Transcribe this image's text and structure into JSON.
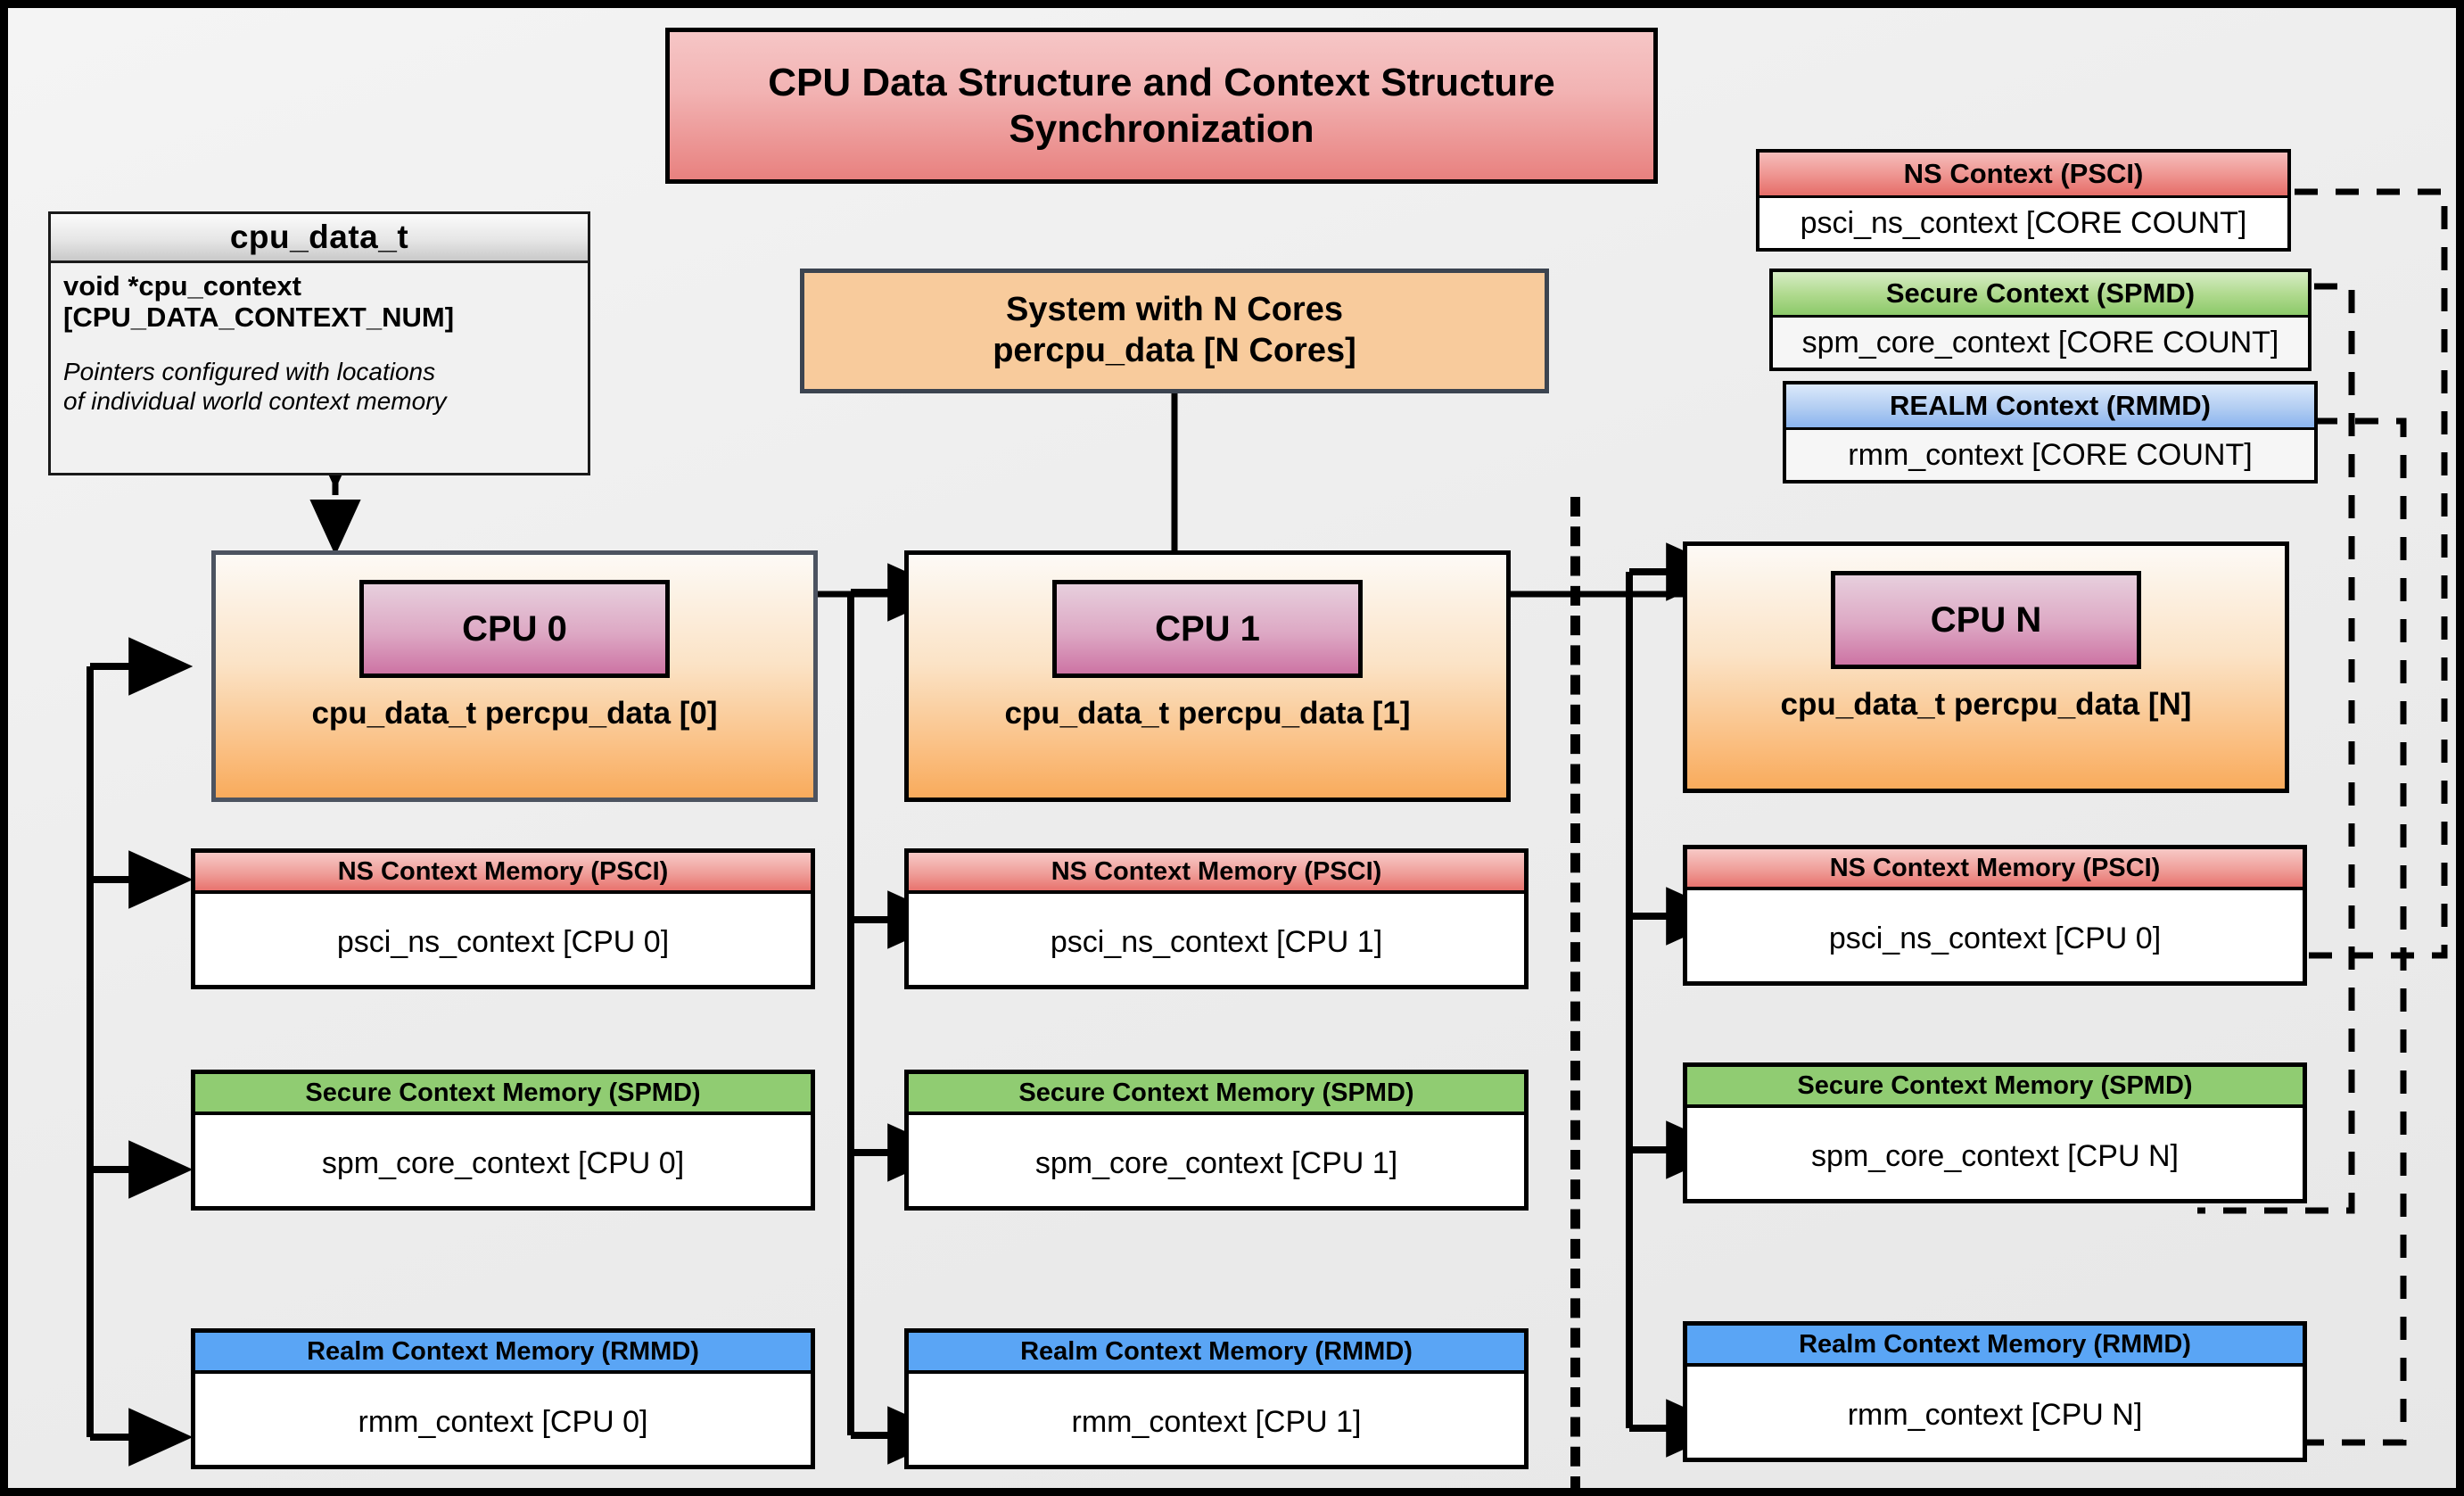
{
  "title": "CPU Data Structure and Context Structure Synchronization",
  "struct": {
    "name": "cpu_data_t",
    "field_line1": "void  *cpu_context",
    "field_line2": "[CPU_DATA_CONTEXT_NUM]",
    "note_line1": "Pointers configured with locations",
    "note_line2": "of individual world context memory"
  },
  "system": {
    "line1": "System with N Cores",
    "line2": "percpu_data [N Cores]"
  },
  "legend": [
    {
      "header": "NS Context  (PSCI)",
      "value": "psci_ns_context [CORE COUNT]",
      "accent": "#e8736e"
    },
    {
      "header": "Secure Context (SPMD)",
      "value": "spm_core_context [CORE COUNT]",
      "accent": "#8cc96a"
    },
    {
      "header": "REALM Context (RMMD)",
      "value": "rmm_context [CORE COUNT]",
      "accent": "#8ab4ee"
    }
  ],
  "columns": [
    {
      "chip": "CPU 0",
      "percpu": "cpu_data_t percpu_data [0]",
      "contexts": [
        {
          "header": "NS Context Memory (PSCI)",
          "value": "psci_ns_context [CPU 0]"
        },
        {
          "header": "Secure Context Memory (SPMD)",
          "value": "spm_core_context [CPU 0]"
        },
        {
          "header": "Realm Context Memory (RMMD)",
          "value": "rmm_context [CPU 0]"
        }
      ]
    },
    {
      "chip": "CPU 1",
      "percpu": "cpu_data_t percpu_data [1]",
      "contexts": [
        {
          "header": "NS Context Memory (PSCI)",
          "value": "psci_ns_context [CPU 1]"
        },
        {
          "header": "Secure Context Memory (SPMD)",
          "value": "spm_core_context [CPU 1]"
        },
        {
          "header": "Realm Context Memory (RMMD)",
          "value": "rmm_context [CPU 1]"
        }
      ]
    },
    {
      "chip": "CPU N",
      "percpu": "cpu_data_t percpu_data [N]",
      "contexts": [
        {
          "header": "NS Context Memory (PSCI)",
          "value": "psci_ns_context [CPU 0]"
        },
        {
          "header": "Secure Context Memory (SPMD)",
          "value": "spm_core_context [CPU N]"
        },
        {
          "header": "Realm Context Memory (RMMD)",
          "value": "rmm_context [CPU N]"
        }
      ]
    }
  ],
  "colors": {
    "canvas": "#ececec",
    "title_accent": "#e8817f",
    "cpu_card": "#f9ab5c",
    "cpu_chip": "#cd74a4",
    "system_box": "#f8cb9c",
    "ns_accent": "#e8736e",
    "spmd_accent": "#90cc72",
    "rmmd_accent": "#5aa5f5"
  }
}
